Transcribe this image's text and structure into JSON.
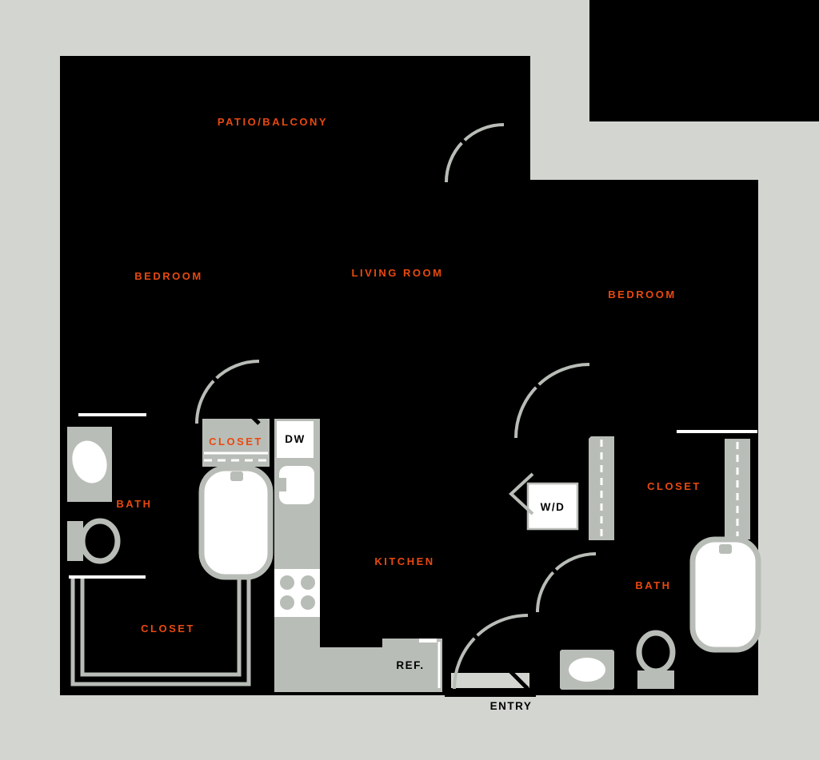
{
  "colors": {
    "background": "#d3d6d0",
    "walls_floor": "#000000",
    "fixtures_gray": "#b9bdb7",
    "label_accent": "#e8490f",
    "fixture_white": "#ffffff"
  },
  "rooms": {
    "patio": "PATIO/BALCONY",
    "bedroom_left": "BEDROOM",
    "living_room": "LIVING ROOM",
    "bedroom_right": "BEDROOM",
    "closet_hall": "CLOSET",
    "bath_left": "BATH",
    "closet_left": "CLOSET",
    "kitchen": "KITCHEN",
    "closet_right": "CLOSET",
    "bath_right": "BATH"
  },
  "labels": {
    "dishwasher": "DW",
    "washer_dryer": "W/D",
    "refrigerator": "REF.",
    "entry": "ENTRY"
  }
}
